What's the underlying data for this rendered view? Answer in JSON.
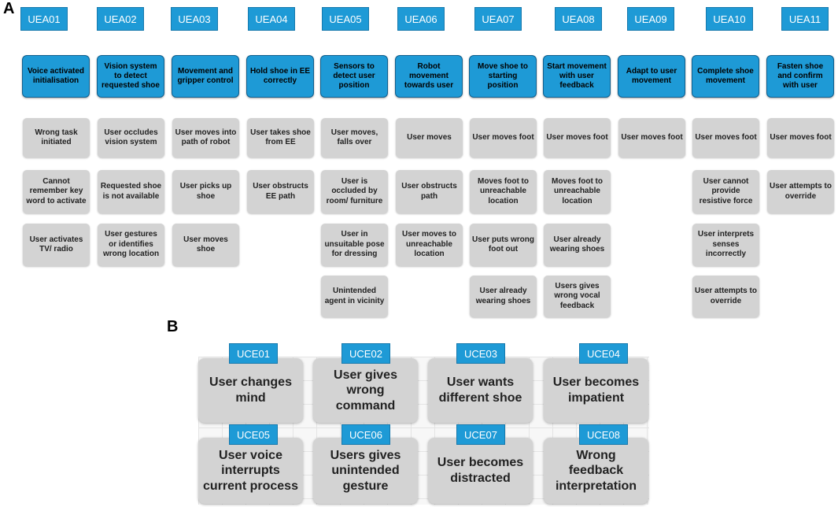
{
  "panel_a": {
    "label": "A"
  },
  "panel_b": {
    "label": "B"
  },
  "uea_columns": [
    {
      "id": "UEA01",
      "step": "Voice activated initialisation",
      "errors": [
        "Wrong task initiated",
        "Cannot remember key word to activate",
        "User activates TV/ radio"
      ]
    },
    {
      "id": "UEA02",
      "step": "Vision system to detect requested shoe",
      "errors": [
        "User occludes vision system",
        "Requested shoe is not available",
        "User gestures or identifies wrong location"
      ]
    },
    {
      "id": "UEA03",
      "step": "Movement and gripper control",
      "errors": [
        "User moves into path of robot",
        "User picks up shoe",
        "User moves shoe"
      ]
    },
    {
      "id": "UEA04",
      "step": "Hold shoe in EE correctly",
      "errors": [
        "User takes shoe from EE",
        "User obstructs EE path"
      ]
    },
    {
      "id": "UEA05",
      "step": "Sensors to detect user position",
      "errors": [
        "User moves, falls over",
        "User is occluded by room/ furniture",
        "User in unsuitable pose for dressing",
        "Unintended agent in vicinity"
      ]
    },
    {
      "id": "UEA06",
      "step": "Robot movement towards user",
      "errors": [
        "User moves",
        "User obstructs path",
        "User moves to unreachable location"
      ]
    },
    {
      "id": "UEA07",
      "step": "Move shoe to starting position",
      "errors": [
        "User moves foot",
        "Moves foot to unreachable location",
        "User puts wrong foot out",
        "User already wearing shoes"
      ]
    },
    {
      "id": "UEA08",
      "step": "Start movement with user feedback",
      "errors": [
        "User moves foot",
        "Moves foot to unreachable location",
        "User already wearing shoes",
        "Users gives wrong vocal feedback"
      ]
    },
    {
      "id": "UEA09",
      "step": "Adapt to user movement",
      "errors": [
        "User moves foot"
      ]
    },
    {
      "id": "UEA10",
      "step": "Complete shoe movement",
      "errors": [
        "User moves foot",
        "User cannot provide resistive force",
        "User interprets senses incorrectly",
        "User attempts to override"
      ]
    },
    {
      "id": "UEA11",
      "step": "Fasten shoe and confirm with user",
      "errors": [
        "User moves foot",
        "User attempts to override"
      ]
    }
  ],
  "uce_items": [
    {
      "id": "UCE01",
      "text": "User changes mind"
    },
    {
      "id": "UCE02",
      "text": "User gives wrong command"
    },
    {
      "id": "UCE03",
      "text": "User wants different shoe"
    },
    {
      "id": "UCE04",
      "text": "User becomes impatient"
    },
    {
      "id": "UCE05",
      "text": "User voice interrupts current process"
    },
    {
      "id": "UCE06",
      "text": "Users gives unintended gesture"
    },
    {
      "id": "UCE07",
      "text": "User becomes distracted"
    },
    {
      "id": "UCE08",
      "text": "Wrong feedback interpretation"
    }
  ],
  "colors": {
    "accent": "#1e9ad6",
    "error_box": "#d3d3d3"
  }
}
